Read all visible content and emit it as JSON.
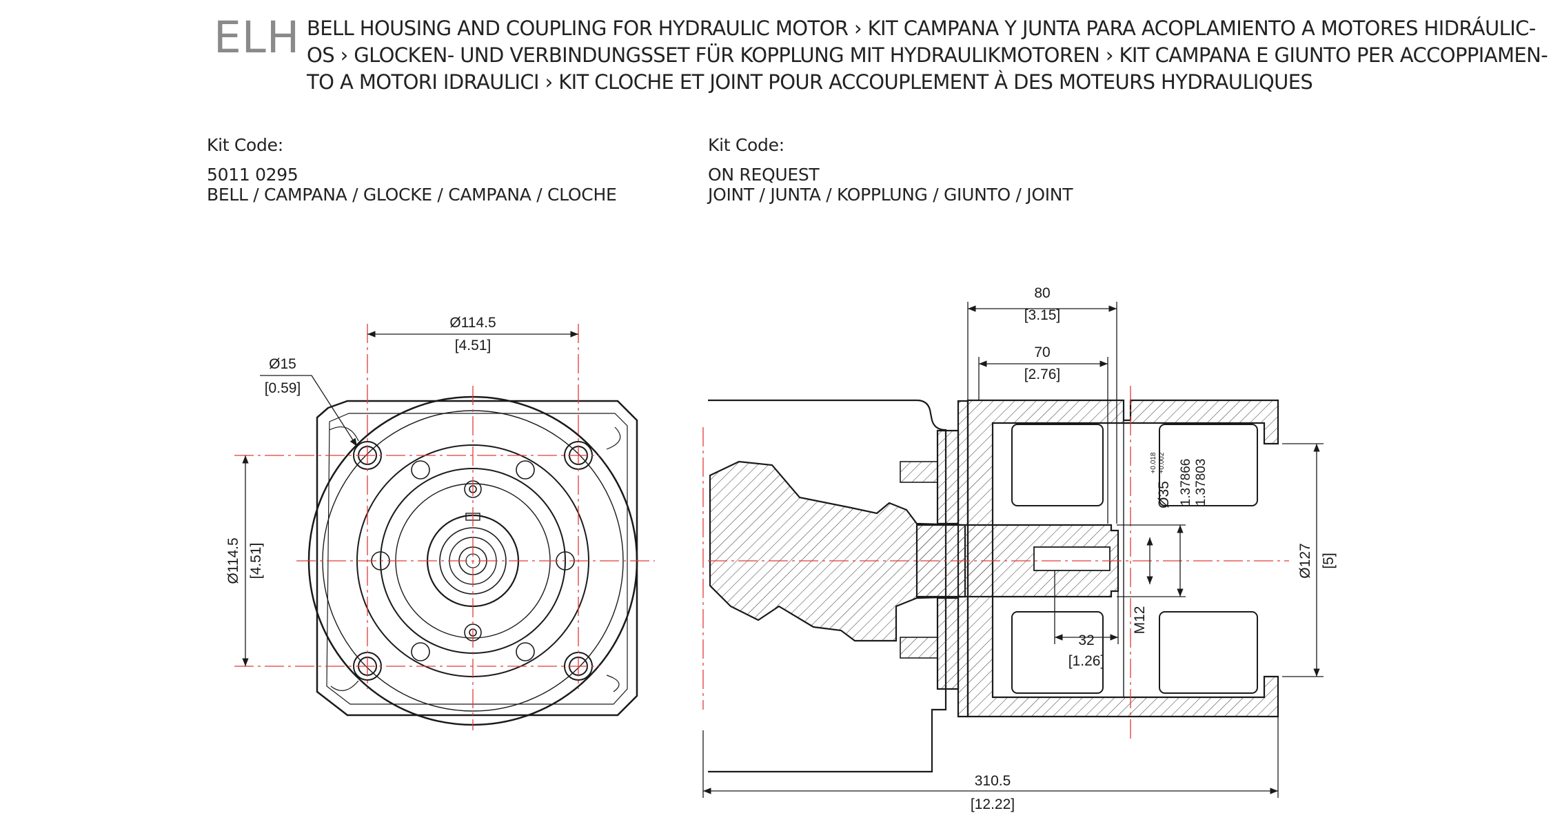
{
  "header": {
    "code": "ELH",
    "title_lines": [
      "BELL HOUSING AND COUPLING FOR HYDRAULIC MOTOR › KIT CAMPANA Y JUNTA PARA ACOPLAMIENTO A MOTORES HIDRÁULIC-",
      "OS › GLOCKEN- UND VERBINDUNGSSET FÜR KOPPLUNG MIT HYDRAULIKMOTOREN › KIT CAMPANA E GIUNTO PER ACCOPPIAMEN-",
      "TO A MOTORI IDRAULICI › KIT CLOCHE ET JOINT POUR ACCOUPLEMENT À DES MOTEURS HYDRAULIQUES"
    ]
  },
  "kits": [
    {
      "label": "Kit Code:",
      "code": "5011 0295",
      "desc": "BELL / CAMPANA / GLOCKE / CAMPANA / CLOCHE"
    },
    {
      "label": "Kit Code:",
      "code": "ON REQUEST",
      "desc": "JOINT / JUNTA / KOPPLUNG / GIUNTO / JOINT"
    }
  ],
  "dimensions": {
    "front_top_mm": "Ø114.5",
    "front_top_in": "[4.51]",
    "hole_mm": "Ø15",
    "hole_in": "[0.59]",
    "front_side_mm": "Ø114.5",
    "front_side_in": "[4.51]",
    "len80_mm": "80",
    "len80_in": "[3.15]",
    "len70_mm": "70",
    "len70_in": "[2.76]",
    "bore_mm": "Ø35",
    "bore_tol_hi": "+0.018",
    "bore_tol_lo": "+0.002",
    "bore_in_hi": "1.37866",
    "bore_in_lo": "1.37803",
    "dia127_mm": "Ø127",
    "dia127_in": "[5]",
    "thread": "M12",
    "len32_mm": "32",
    "len32_in": "[1.26]",
    "total_mm": "310.5",
    "total_in": "[12.22]"
  },
  "colors": {
    "line": "#1a1a1a",
    "center": "#e23a3a",
    "text": "#222222",
    "code": "#8a8a8a"
  }
}
